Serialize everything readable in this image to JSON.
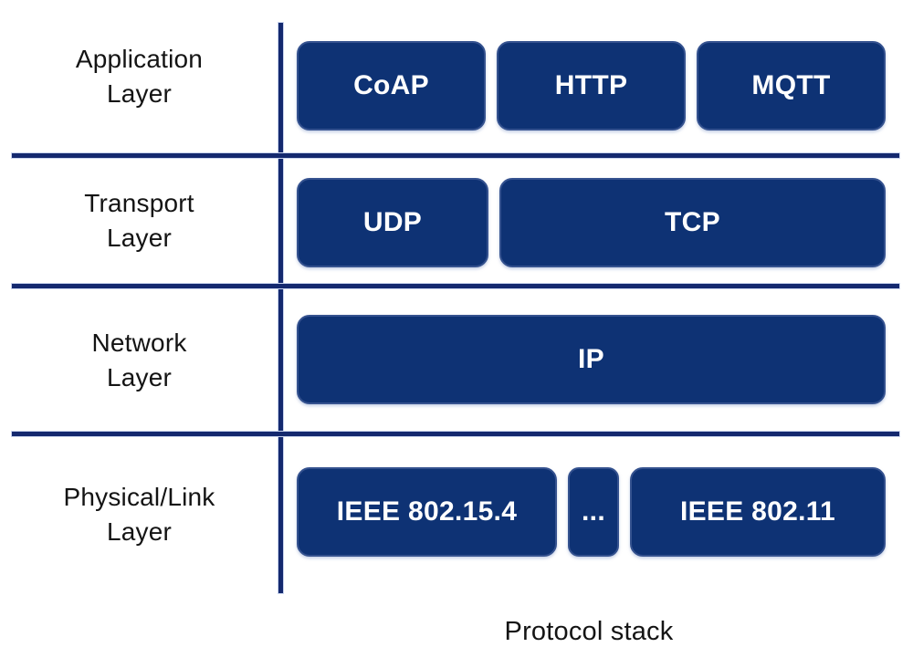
{
  "colors": {
    "box_fill": "#0e3274",
    "box_border": "#35528f",
    "line": "#14296f",
    "line_halo": "#c9d4ee",
    "box_text": "#ffffff",
    "label_text": "#141414"
  },
  "layers": [
    {
      "name": [
        "Application",
        "Layer"
      ],
      "boxes": [
        "CoAP",
        "HTTP",
        "MQTT"
      ]
    },
    {
      "name": [
        "Transport",
        "Layer"
      ],
      "boxes": [
        "UDP",
        "TCP"
      ]
    },
    {
      "name": [
        "Network",
        "Layer"
      ],
      "boxes": [
        "IP"
      ]
    },
    {
      "name": [
        "Physical/Link",
        "Layer"
      ],
      "boxes": [
        "IEEE 802.15.4",
        "...",
        "IEEE 802.11"
      ]
    }
  ],
  "caption": "Protocol stack"
}
